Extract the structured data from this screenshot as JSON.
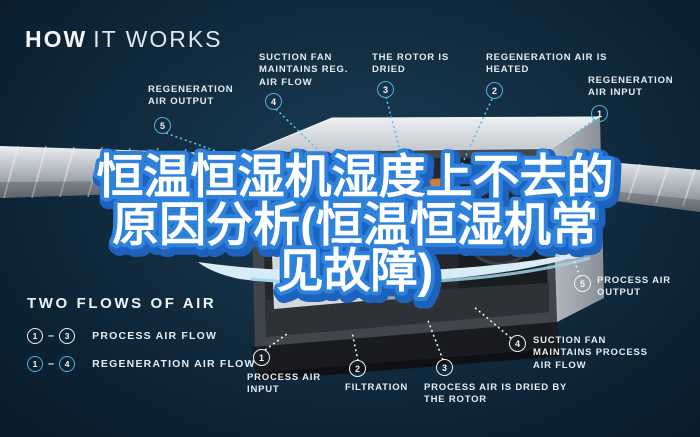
{
  "title": {
    "bold": "HOW",
    "light": "IT WORKS"
  },
  "overlay": {
    "lines": [
      "恒温恒湿机湿度上不去的",
      "原因分析(恒温恒湿机常",
      "见故障)"
    ],
    "fill_color": "#ffffff",
    "outline_color": "#2e82dc",
    "shadow_color": "#1d63bd"
  },
  "callouts": {
    "regeneration": [
      {
        "number": "1",
        "label": "REGENERATION AIR INPUT"
      },
      {
        "number": "2",
        "label": "REGENERATION AIR IS HEATED"
      },
      {
        "number": "3",
        "label": "THE ROTOR IS DRIED"
      },
      {
        "number": "4",
        "label": "SUCTION FAN MAINTAINS REG. AIR FLOW"
      },
      {
        "number": "5",
        "label": "REGENERATION AIR OUTPUT"
      }
    ],
    "process": [
      {
        "number": "1",
        "label": "PROCESS AIR INPUT"
      },
      {
        "number": "2",
        "label": "FILTRATION"
      },
      {
        "number": "3",
        "label": "PROCESS AIR IS DRIED BY THE ROTOR"
      },
      {
        "number": "4",
        "label": "SUCTION FAN MAINTAINS PROCESS AIR FLOW"
      },
      {
        "number": "5",
        "label": "PROCESS AIR OUTPUT"
      }
    ]
  },
  "legend": {
    "title": "TWO FLOWS OF AIR",
    "separator": "–",
    "rows": [
      {
        "from": "1",
        "to": "3",
        "label": "PROCESS AIR FLOW",
        "style": "process"
      },
      {
        "from": "1",
        "to": "4",
        "label": "REGENERATION AIR FLOW",
        "style": "regeneration"
      }
    ]
  },
  "colors": {
    "background": "#122c40",
    "process_accent": "#edf2f5",
    "regeneration_accent": "#4fb4d8",
    "label_text": "#e4ecf2"
  }
}
